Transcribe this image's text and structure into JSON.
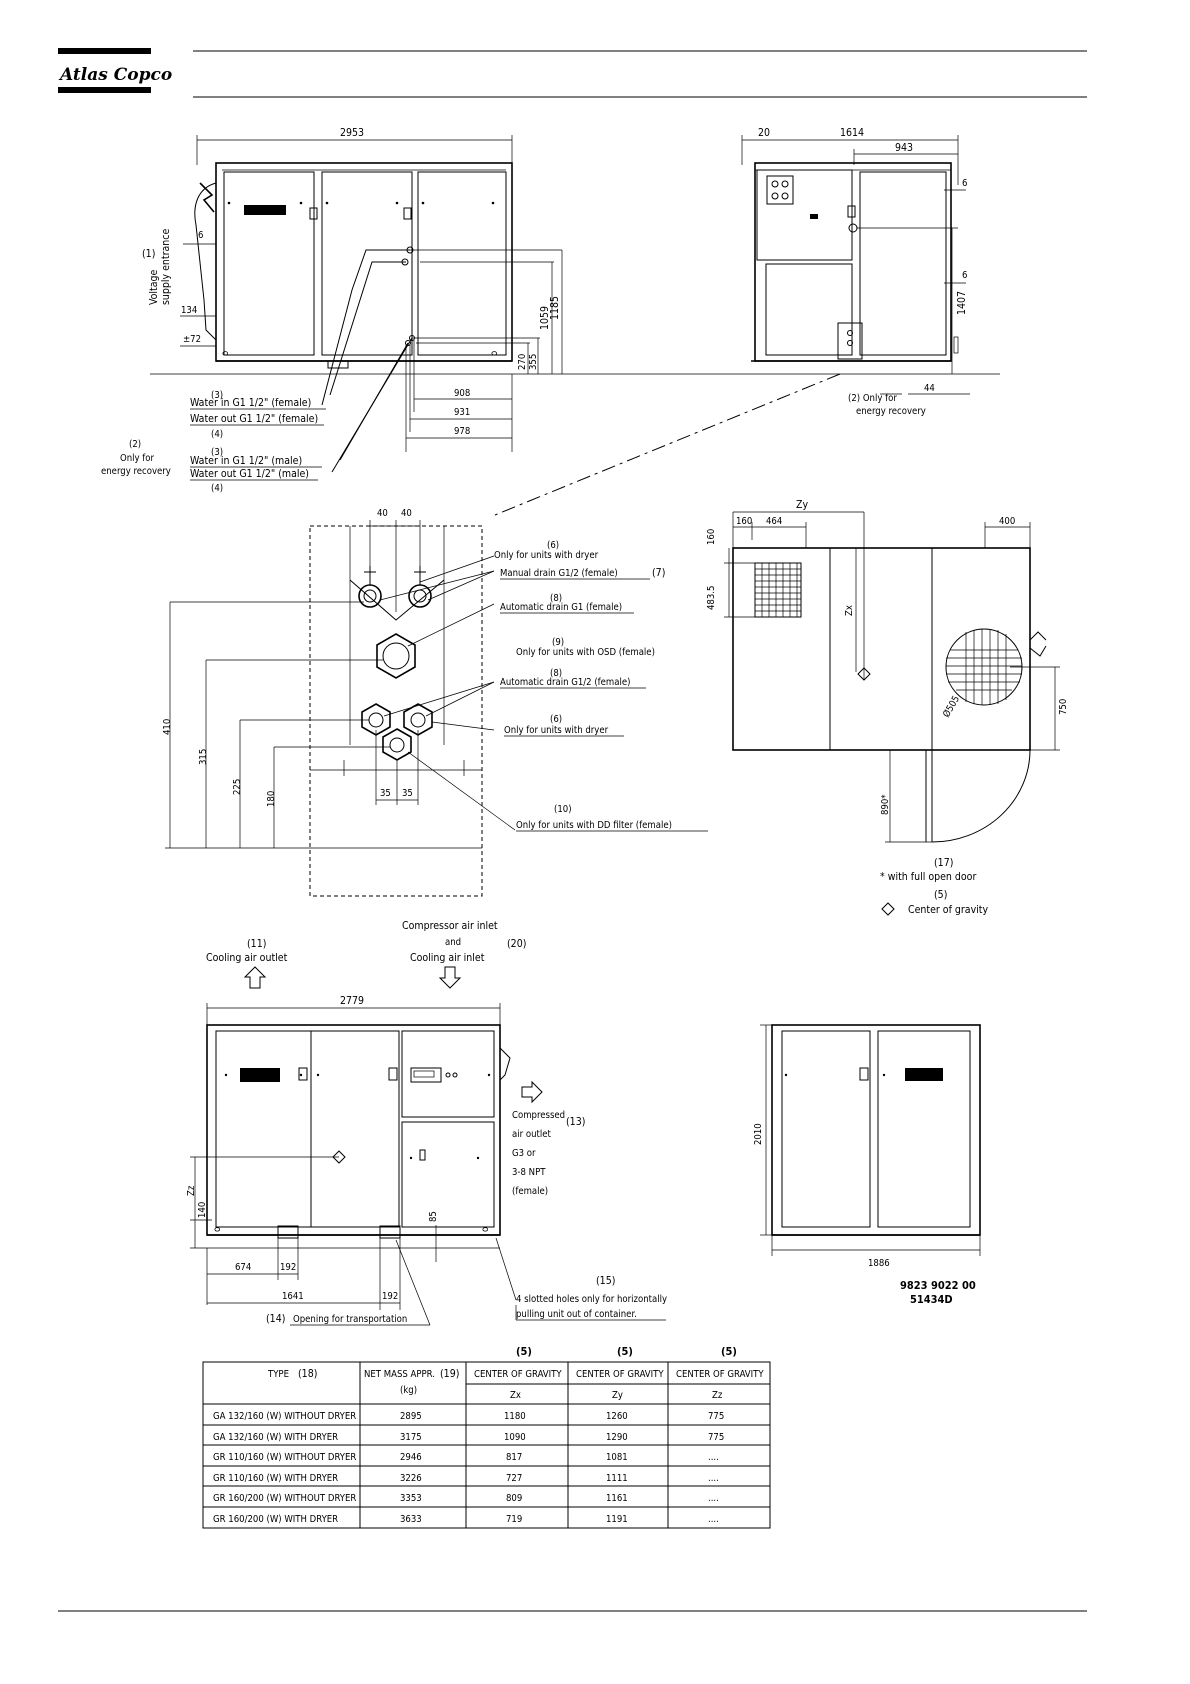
{
  "header": {
    "brand": "Atlas Copco"
  },
  "view_top_left": {
    "dim_width": "2953",
    "dim_6": "6",
    "dim_134": "134",
    "dim_72": "±72",
    "dim_1059": "1059",
    "dim_1185": "1185",
    "dim_270": "270",
    "dim_355": "355",
    "dim_908": "908",
    "dim_931": "931",
    "dim_978": "978",
    "label_1_num": "(1)",
    "label_1_text": [
      "Voltage",
      "supply entrance"
    ],
    "water_in_female_num": "(3)",
    "water_in_female": "Water in G1 1/2\" (female)",
    "water_out_female": "Water out G1 1/2\" (female)",
    "water_out_female_num": "(4)",
    "energy_num": "(2)",
    "energy_text": [
      "Only for",
      "energy recovery"
    ],
    "water_in_male_num": "(3)",
    "water_in_male": "Water in G1 1/2\" (male)",
    "water_out_male": "Water out G1 1/2\" (male)",
    "water_out_male_num": "(4)"
  },
  "view_top_right": {
    "dim_20": "20",
    "dim_1614": "1614",
    "dim_943": "943",
    "dim_6a": "6",
    "dim_6b": "6",
    "dim_1407": "1407",
    "dim_44": "44",
    "energy_label": "(2) Only for",
    "energy_label2": "energy recovery"
  },
  "detail_view": {
    "dim_40a": "40",
    "dim_40b": "40",
    "dim_35a": "35",
    "dim_35b": "35",
    "dim_410": "410",
    "dim_315": "315",
    "dim_225": "225",
    "dim_180": "180",
    "n6a": "(6)",
    "t6a": "Only for units with dryer",
    "t7": "Manual drain G1/2 (female)",
    "n7": "(7)",
    "n8a": "(8)",
    "t8a": "Automatic drain G1 (female)",
    "n9": "(9)",
    "t9": "Only for units with OSD (female)",
    "n8b": "(8)",
    "t8b": "Automatic drain G1/2 (female)",
    "n6b": "(6)",
    "t6b": "Only for units with dryer",
    "n10": "(10)",
    "t10": "Only for units with DD filter (female)"
  },
  "plan_view": {
    "dim_zy": "Zy",
    "dim_160": "160",
    "dim_464": "464",
    "dim_400": "400",
    "dim_4835": "483.5",
    "dim_zx": "Zx",
    "dim_505": "Ø505",
    "dim_750": "750",
    "dim_890": "890*",
    "n17": "(17)",
    "t17": "* with full open door",
    "n5": "(5)",
    "t5": "Center of gravity"
  },
  "view_bottom_left": {
    "compressor_inlet": "Compressor air inlet",
    "and": "and",
    "cooling_inlet": "Cooling air inlet",
    "n20": "(20)",
    "n11": "(11)",
    "cooling_outlet": "Cooling air outlet",
    "dim_2779": "2779",
    "compressed": "Compressed",
    "n13": "(13)",
    "air_outlet": "air outlet",
    "g3": "G3 or",
    "npt": "3-8 NPT",
    "female": "(female)",
    "dim_zz": "Zz",
    "dim_140": "140",
    "dim_85": "85",
    "dim_674": "674",
    "dim_192a": "192",
    "dim_1641": "1641",
    "dim_192b": "192",
    "n14": "(14)",
    "t14": "Opening for transportation",
    "n15": "(15)",
    "t15a": "4 slotted holes only for horizontally",
    "t15b": "pulling unit out of container."
  },
  "view_bottom_right": {
    "dim_2010": "2010",
    "dim_1886": "1886",
    "doc_number": "9823 9022 00",
    "doc_code": "51434D"
  },
  "table": {
    "headers": [
      "TYPE",
      "NET MASS APPR.",
      "CENTER OF GRAVITY",
      "CENTER OF GRAVITY",
      "CENTER OF GRAVITY"
    ],
    "header_notes": [
      "(18)",
      "(19)",
      "(5)",
      "(5)",
      "(5)"
    ],
    "mass_unit": "(kg)",
    "sub_headers": [
      "Zx",
      "Zy",
      "Zz"
    ],
    "rows": [
      [
        "GA 132/160 (W) WITHOUT DRYER",
        "2895",
        "1180",
        "1260",
        "775"
      ],
      [
        "GA 132/160 (W) WITH DRYER",
        "3175",
        "1090",
        "1290",
        "775"
      ],
      [
        "GR 110/160 (W) WITHOUT DRYER",
        "2946",
        "817",
        "1081",
        "...."
      ],
      [
        "GR 110/160 (W) WITH DRYER",
        "3226",
        "727",
        "1111",
        "...."
      ],
      [
        "GR 160/200 (W) WITHOUT DRYER",
        "3353",
        "809",
        "1161",
        "...."
      ],
      [
        "GR 160/200 (W) WITH DRYER",
        "3633",
        "719",
        "1191",
        "...."
      ]
    ]
  }
}
